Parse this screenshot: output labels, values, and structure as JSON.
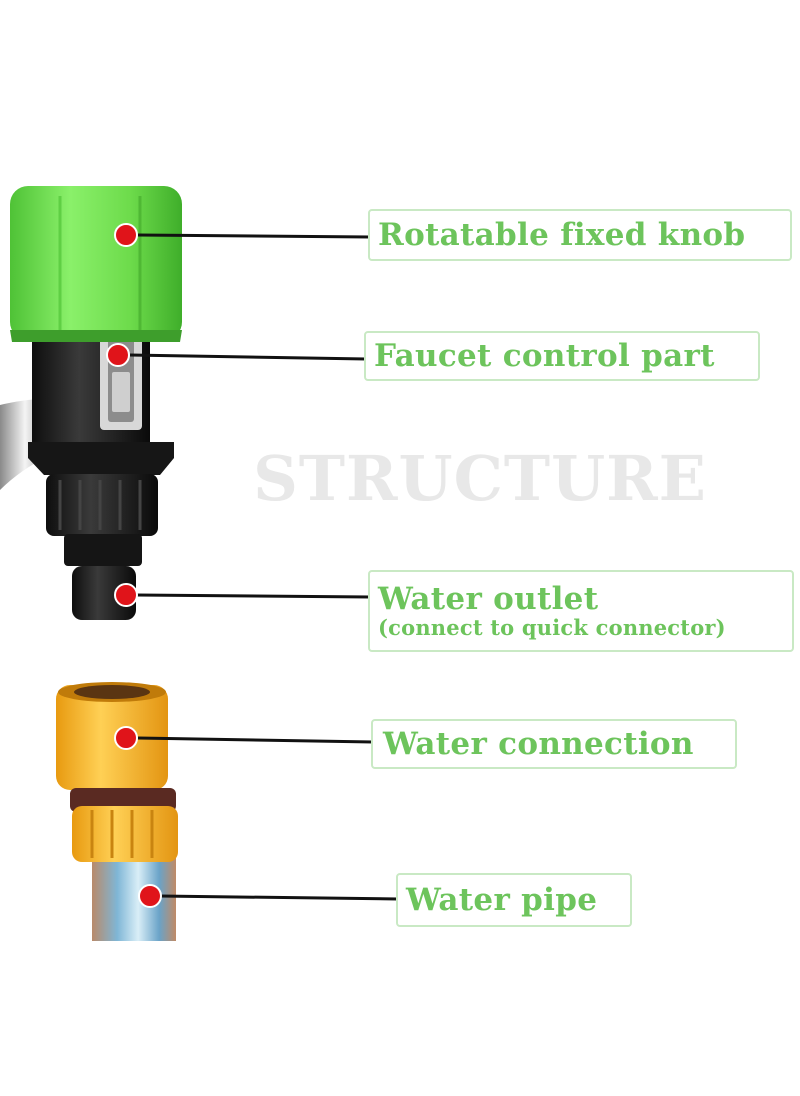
{
  "watermark": "STRUCTURE",
  "labels": {
    "knob": "Rotatable fixed knob",
    "faucet": "Faucet control part",
    "outlet_main": "Water outlet",
    "outlet_sub": "(connect to quick connector)",
    "connection": "Water connection",
    "pipe": "Water pipe"
  },
  "colors": {
    "label_text": "#6dc45c",
    "label_border": "#c9e9c4",
    "marker": "#e0141a",
    "knob_green": "#7be05a",
    "connector_yellow": "#f5b82e",
    "body_black": "#1c1c1c",
    "watermark": "#e8e8e8"
  },
  "icons": [
    "faucet-adapter-illustration",
    "quick-connector-illustration",
    "red-marker-dot"
  ]
}
